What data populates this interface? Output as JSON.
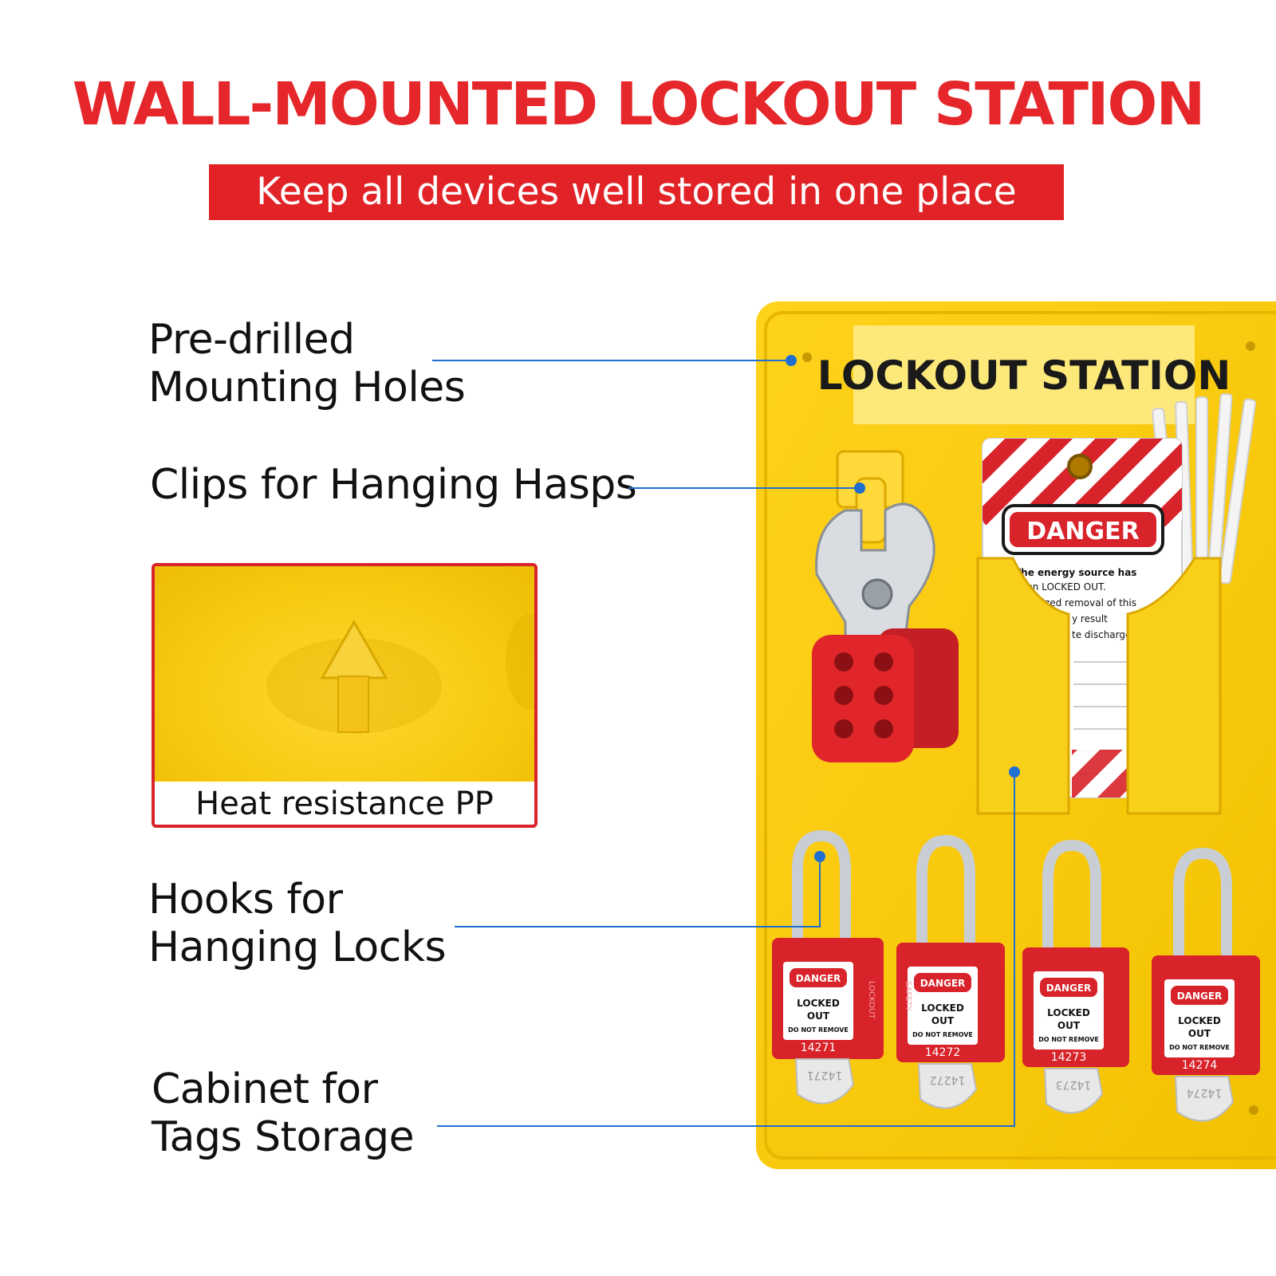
{
  "header": {
    "title": "WALL-MOUNTED LOCKOUT STATION",
    "subtitle": "Keep all devices well stored in one place"
  },
  "callouts": [
    {
      "line1": "Pre-drilled",
      "line2": "Mounting Holes"
    },
    {
      "line1": "Clips for Hanging Hasps",
      "line2": ""
    },
    {
      "line1": "Hooks for",
      "line2": "Hanging Locks"
    },
    {
      "line1": "Cabinet for",
      "line2": "Tags Storage"
    }
  ],
  "inset": {
    "caption": "Heat resistance PP"
  },
  "board": {
    "sign": "LOCKOUT STATION",
    "tag": {
      "header": "DANGER",
      "text_lines": [
        "The energy source has",
        "een LOCKED OUT.",
        "thorized removal of this",
        "y result",
        "te discharge"
      ]
    },
    "padlocks": [
      {
        "label": "DANGER",
        "line1": "LOCKED",
        "line2": "OUT",
        "line3": "DO NOT REMOVE",
        "number": "14271",
        "key_number": "14271"
      },
      {
        "label": "DANGER",
        "line1": "LOCKED",
        "line2": "OUT",
        "line3": "DO NOT REMOVE",
        "number": "14272",
        "key_number": "14272"
      },
      {
        "label": "DANGER",
        "line1": "LOCKED",
        "line2": "OUT",
        "line3": "DO NOT REMOVE",
        "number": "14273",
        "key_number": "14273"
      },
      {
        "label": "DANGER",
        "line1": "LOCKED",
        "line2": "OUT",
        "line3": "DO NOT REMOVE",
        "number": "14274",
        "key_number": "14274"
      }
    ],
    "padlock_side_text": [
      "LOCKOUT",
      "SAFETY"
    ]
  },
  "colors": {
    "accent_red": "#e12327",
    "board_yellow": "#f6c90e",
    "callout_line_blue": "#1f6fd1"
  }
}
